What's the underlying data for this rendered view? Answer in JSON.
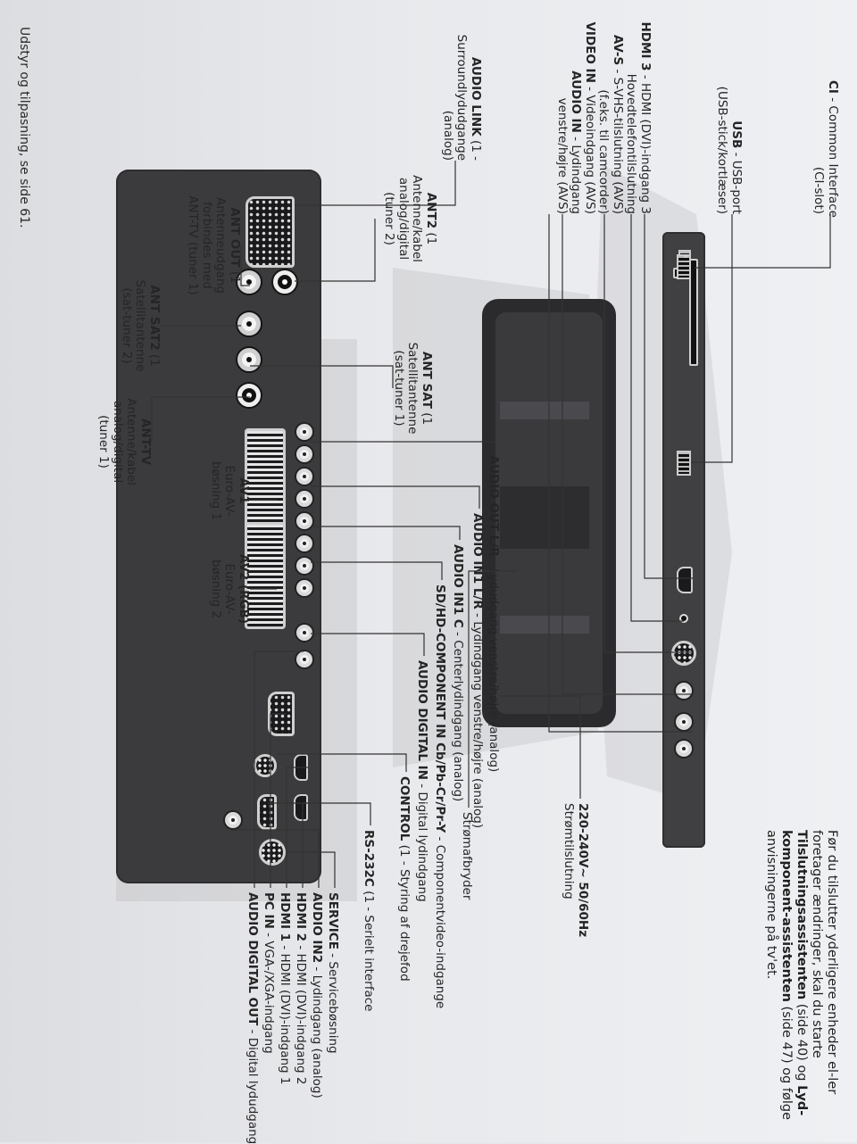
{
  "intro": {
    "before_tilslutning": "Før du tilslutter yderligere enheder el-ler foretager ændringer, skal du starte ",
    "tilslutning": "Tilslutningsassistenten",
    "mid1": " (side 40) og ",
    "lyd": "Lyd-komponent-assistenten",
    "after": " (side 47) og følge anvisningerne på tv'et."
  },
  "footer": "Udstyr og tilpasning, se side 61.",
  "labels": {
    "ci": {
      "code": "CI",
      "desc": " - Common Interface",
      "line2": "(CI-slot)"
    },
    "usb": {
      "code": "USB",
      "desc": " - USB-port",
      "line2": "(USB-stick/kortlæser)"
    },
    "hdmi3": {
      "code": "HDMI 3",
      "desc": " - HDMI (DVI)-indgang 3"
    },
    "headphone": {
      "text": "Hovedtelefontilslutning"
    },
    "avs": {
      "code": "AV-S",
      "desc": " - S-VHS-tilslutning (AVS)",
      "line2": "(f.eks. til camcorder)"
    },
    "video_in": {
      "code": "VIDEO IN",
      "desc": " - Videoindgang (AVS)"
    },
    "audio_in": {
      "code": "AUDIO IN",
      "desc": " - Lydindgang",
      "line2": "venstre/højre (AVS)"
    },
    "audio_link": {
      "code": "AUDIO LINK",
      "sup": " (1 ",
      "desc": "-",
      "line2": "Surroundlydudgange",
      "line3": "(analog)"
    },
    "ant2": {
      "code": "ANT2",
      "sup": " (1",
      "line2": "Antenne/kabel",
      "line3": "analog/digital",
      "line4": "(tuner 2)"
    },
    "ant_out": {
      "code": "ANT OUT",
      "sup": " (1",
      "line2": "Antenneudgang",
      "line3": "forbindes med",
      "line4": "ANT-TV (tuner 1)"
    },
    "ant_sat2": {
      "code": "ANT SAT2",
      "sup": " (1",
      "line2": "Satellitantenne",
      "line3": "(sat-tuner 2)"
    },
    "ant_sat": {
      "code": "ANT SAT",
      "sup": " (1",
      "line2": "Satellitantenne",
      "line3": "(sat-tuner 1)"
    },
    "ant_tv": {
      "code": "ANT-TV",
      "line2": "Antenne/kabel",
      "line3": "analog/digital",
      "line4": "(tuner 1)"
    },
    "av1": {
      "code": "AV1",
      "line2": "Euro-AV-",
      "line3": "bøsning 1"
    },
    "av2": {
      "code": "AV2 (RGB)",
      "line2": "Euro-AV-",
      "line3": "bøsning 2"
    },
    "audio_out": {
      "code": "AUDIO OUT L/R",
      "desc": " - Lydudgang venstre/højre (analog)"
    },
    "audio_in1_lr": {
      "code": "AUDIO IN1 L/R",
      "desc": " - Lydindgang venstre/højre (analog)"
    },
    "audio_in1_c": {
      "code": "AUDIO IN1 C",
      "desc": " - Centerlydindgang (analog)"
    },
    "sd_hd": {
      "code": "SD/HD-COMPONENT IN Cb/Pb-Cr/Pr-Y",
      "desc": " - Componentvideo-indgange"
    },
    "audio_digital_in": {
      "code": "AUDIO DIGITAL IN",
      "desc": " - Digital lydindgang"
    },
    "control": {
      "code": "CONTROL",
      "sup": " (1",
      "desc": " - Styring af drejefod"
    },
    "rs232": {
      "code": "RS-232C",
      "sup": " (1",
      "desc": " - Serielt interface"
    },
    "service": {
      "code": "SERVICE",
      "desc": " - Servicebøsning"
    },
    "audio_in2": {
      "code": "AUDIO IN2",
      "desc": " - Lydindgang (analog)"
    },
    "hdmi2": {
      "code": "HDMI 2",
      "desc": " - HDMI (DVI)-indgang 2"
    },
    "hdmi1": {
      "code": "HDMI 1",
      "desc": " - HDMI (DVI)-indgang 1"
    },
    "pc_in": {
      "code": "PC IN",
      "desc": " - VGA-/XGA-indgang"
    },
    "audio_digital_out": {
      "code": "AUDIO DIGITAL OUT",
      "desc": " - Digital lydudgang"
    },
    "power": {
      "code": "220-240V~ 50/60Hz",
      "line2": "Strømtilslutning"
    },
    "power_switch": {
      "text": "Strømafbryder"
    }
  },
  "colors": {
    "panel": "#3b3b3e",
    "page": "#e8e9ec",
    "text": "#252525"
  }
}
